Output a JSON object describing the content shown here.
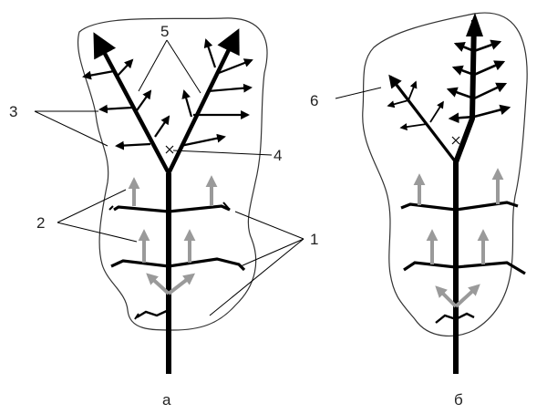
{
  "labels": {
    "l1": "1",
    "l2": "2",
    "l3": "3",
    "l4": "4",
    "l5": "5",
    "l6": "6"
  },
  "captions": {
    "a": "а",
    "b": "б"
  },
  "colors": {
    "stroke": "#000000",
    "outline": "#333333",
    "grey_arrow": "#9a9a9a",
    "background": "#ffffff"
  }
}
